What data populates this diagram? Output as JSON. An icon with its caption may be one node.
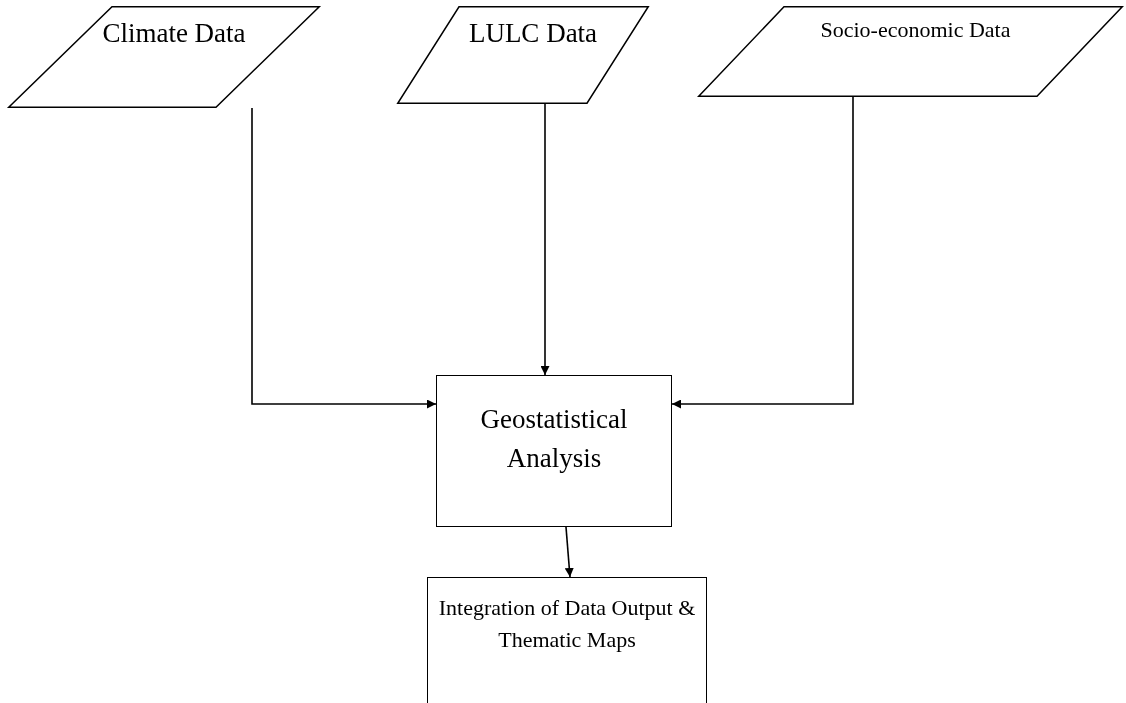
{
  "diagram": {
    "nodes": [
      {
        "text": [
          "Climate Data"
        ]
      },
      {
        "text": [
          "LULC Data"
        ]
      },
      {
        "text": [
          "Socio-economic Data"
        ]
      },
      {
        "text": [
          "Geostatistical Analysis"
        ]
      },
      {
        "text": [
          "Integration of Data Output & Thematic Maps"
        ]
      }
    ],
    "edges": [
      {
        "from": 0,
        "to": 3,
        "arrow": "to"
      },
      {
        "from": 1,
        "to": 3,
        "arrow": "to"
      },
      {
        "from": 2,
        "to": 3,
        "arrow": "to"
      },
      {
        "from": 3,
        "to": 4,
        "arrow": "to"
      }
    ]
  }
}
